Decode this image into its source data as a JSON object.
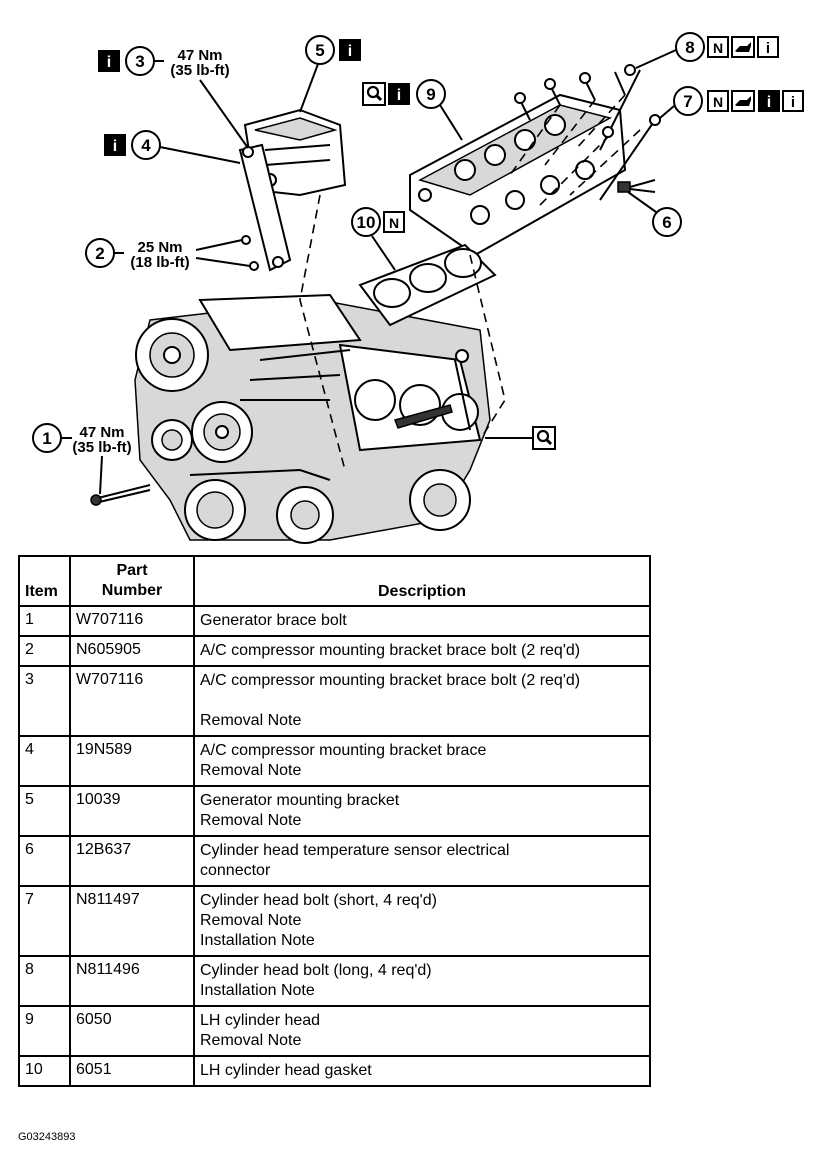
{
  "diagram": {
    "callouts": [
      {
        "num": "1",
        "torque_nm": "47 Nm",
        "torque_lbft": "(35 lb-ft)"
      },
      {
        "num": "2",
        "torque_nm": "25 Nm",
        "torque_lbft": "(18 lb-ft)"
      },
      {
        "num": "3",
        "torque_nm": "47 Nm",
        "torque_lbft": "(35 lb-ft)"
      },
      {
        "num": "4"
      },
      {
        "num": "5"
      },
      {
        "num": "6"
      },
      {
        "num": "7"
      },
      {
        "num": "8"
      },
      {
        "num": "9"
      },
      {
        "num": "10"
      }
    ],
    "symbols": {
      "info": "i",
      "new": "N",
      "inspect": "magnifier-icon",
      "oil": "oil-can-icon"
    }
  },
  "table": {
    "headers": {
      "item": "Item",
      "part_line1": "Part",
      "part_line2": "Number",
      "description": "Description"
    },
    "rows": [
      {
        "item": "1",
        "part": "W707116",
        "desc": [
          "Generator brace bolt"
        ]
      },
      {
        "item": "2",
        "part": "N605905",
        "desc": [
          "A/C compressor mounting bracket brace bolt (2 req'd)"
        ]
      },
      {
        "item": "3",
        "part": "W707116",
        "desc": [
          "A/C compressor mounting bracket brace bolt (2 req'd)",
          "",
          "Removal Note"
        ]
      },
      {
        "item": "4",
        "part": "19N589",
        "desc": [
          "A/C compressor mounting bracket brace",
          "Removal Note"
        ]
      },
      {
        "item": "5",
        "part": "10039",
        "desc": [
          "Generator mounting bracket",
          "Removal Note"
        ]
      },
      {
        "item": "6",
        "part": "12B637",
        "desc": [
          "Cylinder head temperature sensor electrical",
          "connector"
        ]
      },
      {
        "item": "7",
        "part": "N811497",
        "desc": [
          "Cylinder head bolt (short, 4 req'd)",
          "Removal Note",
          "Installation Note"
        ]
      },
      {
        "item": "8",
        "part": "N811496",
        "desc": [
          "Cylinder head bolt (long, 4 req'd)",
          "Installation Note"
        ]
      },
      {
        "item": "9",
        "part": "6050",
        "desc": [
          "LH cylinder head",
          "Removal Note"
        ]
      },
      {
        "item": "10",
        "part": "6051",
        "desc": [
          "LH cylinder head gasket"
        ]
      }
    ]
  },
  "figure_id": "G03243893"
}
